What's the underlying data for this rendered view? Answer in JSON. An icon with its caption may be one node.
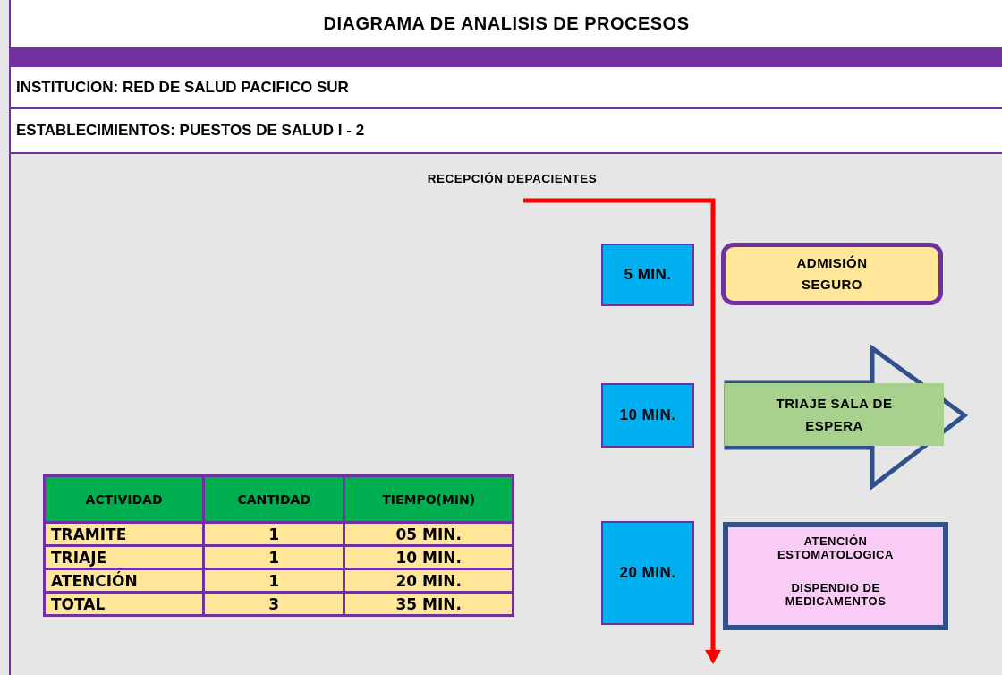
{
  "diagram": {
    "title": "DIAGRAMA DE ANALISIS DE PROCESOS",
    "nodes": [
      {
        "text": [
          "5 MIN."
        ]
      },
      {
        "text": [
          "ADMISIÓN SEGURO"
        ]
      },
      {
        "text": [
          "10 MIN."
        ]
      },
      {
        "text": [
          "TRIAJE SALA DE ESPERA"
        ]
      },
      {
        "text": [
          "20 MIN."
        ]
      },
      {
        "text": [
          "ATENCIÓN ESTOMATOLOGICA",
          "DISPENDIO DE MEDICAMENTOS"
        ]
      }
    ],
    "labels": [
      "INSTITUCION: RED DE SALUD PACIFICO SUR",
      "ESTABLECIMIENTOS: PUESTOS DE SALUD I - 2",
      "RECEPCIÓN DEPACIENTES",
      "ACTIVIDAD",
      "CANTIDAD",
      "TIEMPO(MIN)",
      "TRAMITE",
      "1",
      "05 MIN.",
      "TRIAJE",
      "1",
      "10 MIN.",
      "ATENCIÓN",
      "1",
      "20 MIN.",
      "TOTAL",
      "3",
      "35 MIN."
    ]
  }
}
